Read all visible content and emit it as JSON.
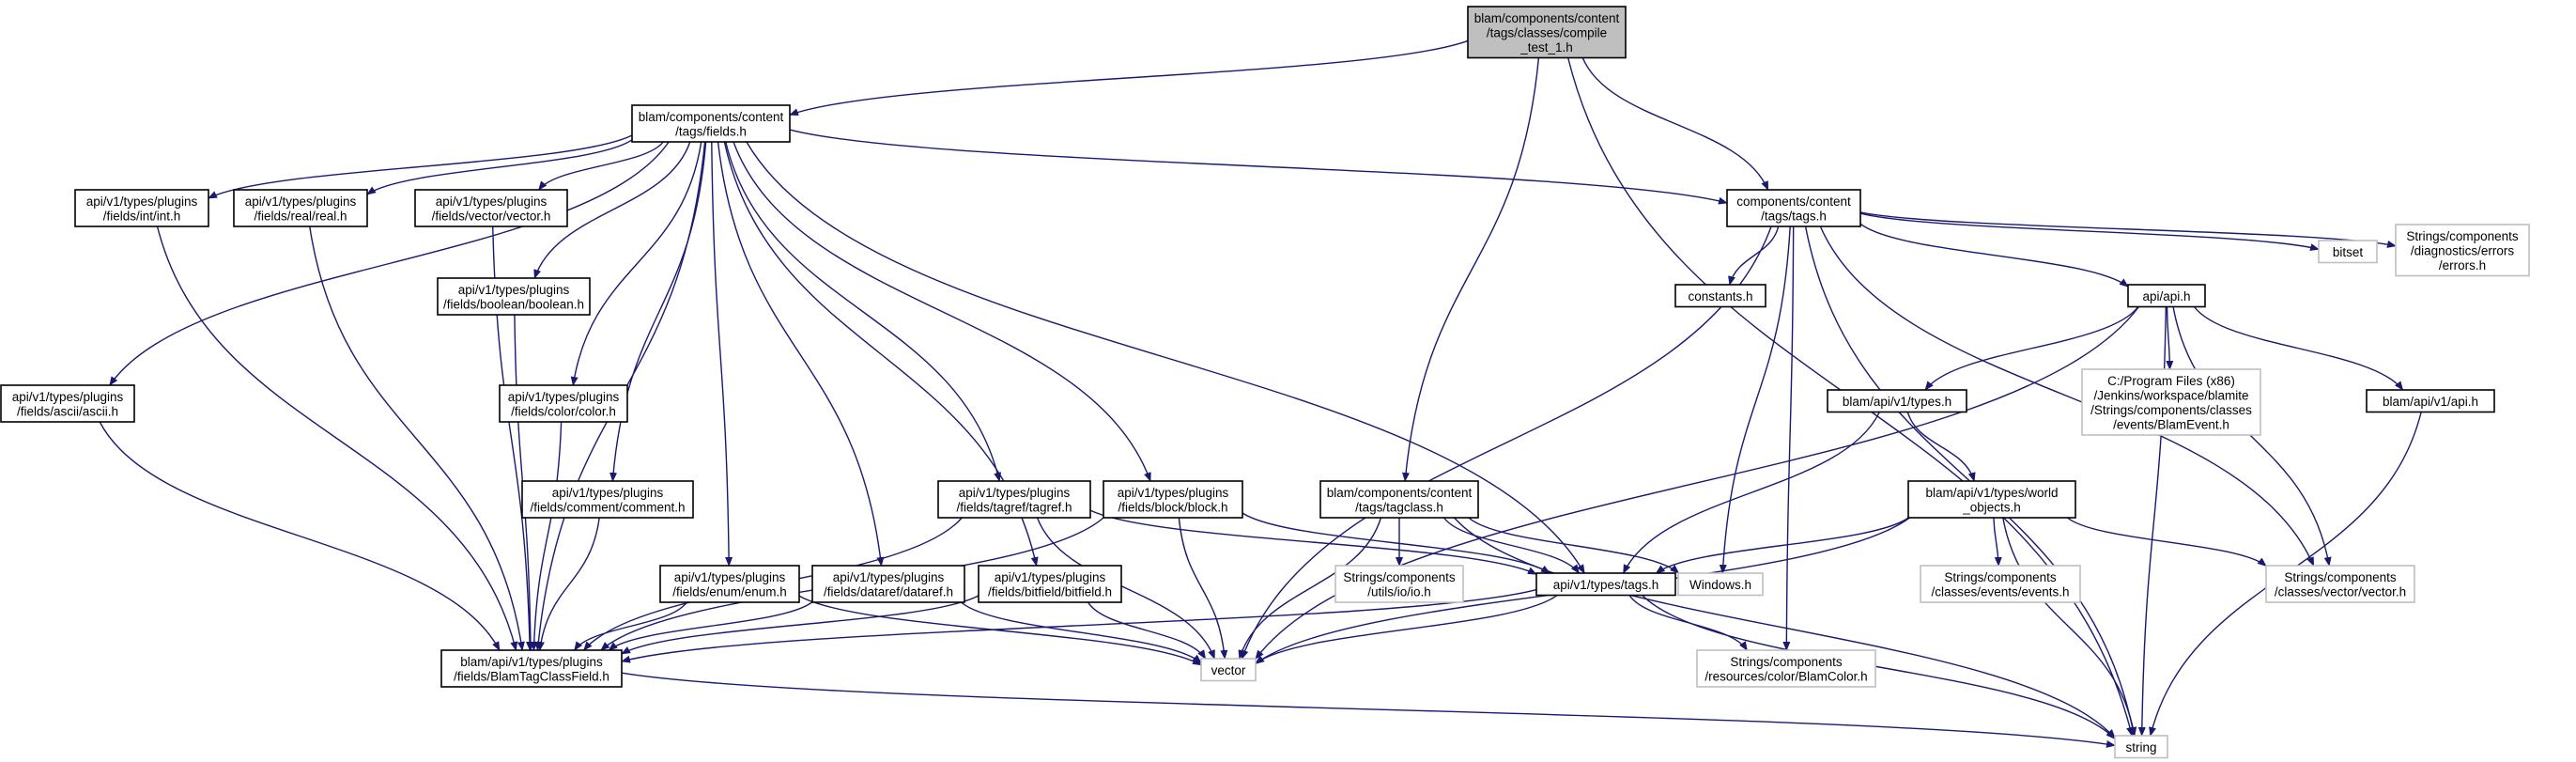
{
  "diagram": {
    "colors": {
      "edge": "#191970",
      "box_border": "#000000",
      "external_border": "#bfbfbf",
      "root_fill": "#bfbfbf",
      "box_fill": "#ffffff"
    },
    "nodes": [
      {
        "id": "root",
        "kind": "root",
        "lines": [
          "blam/components/content",
          "/tags/classes/compile",
          "_test_1.h"
        ]
      },
      {
        "id": "fields",
        "kind": "file",
        "lines": [
          "blam/components/content",
          "/tags/fields.h"
        ]
      },
      {
        "id": "int",
        "kind": "file",
        "lines": [
          "api/v1/types/plugins",
          "/fields/int/int.h"
        ]
      },
      {
        "id": "real",
        "kind": "file",
        "lines": [
          "api/v1/types/plugins",
          "/fields/real/real.h"
        ]
      },
      {
        "id": "vector_h",
        "kind": "file",
        "lines": [
          "api/v1/types/plugins",
          "/fields/vector/vector.h"
        ]
      },
      {
        "id": "tags_h",
        "kind": "file",
        "lines": [
          "components/content",
          "/tags/tags.h"
        ]
      },
      {
        "id": "bitset",
        "kind": "external",
        "lines": [
          "bitset"
        ]
      },
      {
        "id": "errors",
        "kind": "external",
        "lines": [
          "Strings/components",
          "/diagnostics/errors",
          "/errors.h"
        ]
      },
      {
        "id": "boolean",
        "kind": "file",
        "lines": [
          "api/v1/types/plugins",
          "/fields/boolean/boolean.h"
        ]
      },
      {
        "id": "constants",
        "kind": "file",
        "lines": [
          "constants.h"
        ]
      },
      {
        "id": "api_h",
        "kind": "file",
        "lines": [
          "api/api.h"
        ]
      },
      {
        "id": "ascii",
        "kind": "file",
        "lines": [
          "api/v1/types/plugins",
          "/fields/ascii/ascii.h"
        ]
      },
      {
        "id": "color",
        "kind": "file",
        "lines": [
          "api/v1/types/plugins",
          "/fields/color/color.h"
        ]
      },
      {
        "id": "blamevent",
        "kind": "external",
        "lines": [
          "C:/Program Files (x86)",
          "/Jenkins/workspace/blamite",
          "/Strings/components/classes",
          "/events/BlamEvent.h"
        ]
      },
      {
        "id": "v1types",
        "kind": "file",
        "lines": [
          "blam/api/v1/types.h"
        ]
      },
      {
        "id": "v1api",
        "kind": "file",
        "lines": [
          "blam/api/v1/api.h"
        ]
      },
      {
        "id": "comment",
        "kind": "file",
        "lines": [
          "api/v1/types/plugins",
          "/fields/comment/comment.h"
        ]
      },
      {
        "id": "tagref",
        "kind": "file",
        "lines": [
          "api/v1/types/plugins",
          "/fields/tagref/tagref.h"
        ]
      },
      {
        "id": "block",
        "kind": "file",
        "lines": [
          "api/v1/types/plugins",
          "/fields/block/block.h"
        ]
      },
      {
        "id": "tagclass",
        "kind": "file",
        "lines": [
          "blam/components/content",
          "/tags/tagclass.h"
        ]
      },
      {
        "id": "worldobj",
        "kind": "file",
        "lines": [
          "blam/api/v1/types/world",
          "_objects.h"
        ]
      },
      {
        "id": "enum",
        "kind": "file",
        "lines": [
          "api/v1/types/plugins",
          "/fields/enum/enum.h"
        ]
      },
      {
        "id": "dataref",
        "kind": "file",
        "lines": [
          "api/v1/types/plugins",
          "/fields/dataref/dataref.h"
        ]
      },
      {
        "id": "bitfield",
        "kind": "file",
        "lines": [
          "api/v1/types/plugins",
          "/fields/bitfield/bitfield.h"
        ]
      },
      {
        "id": "iolio",
        "kind": "external",
        "lines": [
          "Strings/components",
          "/utils/io/io.h"
        ]
      },
      {
        "id": "v1tags",
        "kind": "file",
        "lines": [
          "api/v1/types/tags.h"
        ]
      },
      {
        "id": "windows",
        "kind": "external",
        "lines": [
          "Windows.h"
        ]
      },
      {
        "id": "eventsh",
        "kind": "external",
        "lines": [
          "Strings/components",
          "/classes/events/events.h"
        ]
      },
      {
        "id": "vectorvec",
        "kind": "external",
        "lines": [
          "Strings/components",
          "/classes/vector/vector.h"
        ]
      },
      {
        "id": "btcf",
        "kind": "file",
        "lines": [
          "blam/api/v1/types/plugins",
          "/fields/BlamTagClassField.h"
        ]
      },
      {
        "id": "vector",
        "kind": "external",
        "lines": [
          "vector"
        ]
      },
      {
        "id": "blamcolor",
        "kind": "external",
        "lines": [
          "Strings/components",
          "/resources/color/BlamColor.h"
        ]
      },
      {
        "id": "string",
        "kind": "external",
        "lines": [
          "string"
        ]
      }
    ],
    "edges": [
      [
        "root",
        "fields"
      ],
      [
        "root",
        "tagclass"
      ],
      [
        "root",
        "tags_h"
      ],
      [
        "root",
        "string"
      ],
      [
        "fields",
        "int"
      ],
      [
        "fields",
        "real"
      ],
      [
        "fields",
        "vector_h"
      ],
      [
        "fields",
        "tags_h"
      ],
      [
        "fields",
        "boolean"
      ],
      [
        "fields",
        "ascii"
      ],
      [
        "fields",
        "color"
      ],
      [
        "fields",
        "comment"
      ],
      [
        "fields",
        "tagref"
      ],
      [
        "fields",
        "block"
      ],
      [
        "fields",
        "enum"
      ],
      [
        "fields",
        "dataref"
      ],
      [
        "fields",
        "bitfield"
      ],
      [
        "fields",
        "btcf"
      ],
      [
        "fields",
        "v1tags"
      ],
      [
        "int",
        "btcf"
      ],
      [
        "real",
        "btcf"
      ],
      [
        "vector_h",
        "btcf"
      ],
      [
        "boolean",
        "btcf"
      ],
      [
        "ascii",
        "btcf"
      ],
      [
        "color",
        "btcf"
      ],
      [
        "comment",
        "btcf"
      ],
      [
        "tagref",
        "btcf"
      ],
      [
        "tagref",
        "vector"
      ],
      [
        "tagref",
        "v1tags"
      ],
      [
        "block",
        "btcf"
      ],
      [
        "block",
        "vector"
      ],
      [
        "block",
        "v1tags"
      ],
      [
        "enum",
        "btcf"
      ],
      [
        "enum",
        "vector"
      ],
      [
        "dataref",
        "btcf"
      ],
      [
        "dataref",
        "vector"
      ],
      [
        "bitfield",
        "btcf"
      ],
      [
        "bitfield",
        "vector"
      ],
      [
        "tags_h",
        "constants"
      ],
      [
        "tags_h",
        "api_h"
      ],
      [
        "tags_h",
        "bitset"
      ],
      [
        "tags_h",
        "errors"
      ],
      [
        "tags_h",
        "vector"
      ],
      [
        "tags_h",
        "windows"
      ],
      [
        "tags_h",
        "blamcolor"
      ],
      [
        "tags_h",
        "string"
      ],
      [
        "tags_h",
        "vectorvec"
      ],
      [
        "api_h",
        "v1types"
      ],
      [
        "api_h",
        "v1api"
      ],
      [
        "api_h",
        "blamevent"
      ],
      [
        "api_h",
        "vector"
      ],
      [
        "api_h",
        "vectorvec"
      ],
      [
        "api_h",
        "string"
      ],
      [
        "v1types",
        "v1tags"
      ],
      [
        "v1types",
        "worldobj"
      ],
      [
        "v1api",
        "string"
      ],
      [
        "tagclass",
        "iolio"
      ],
      [
        "tagclass",
        "v1tags"
      ],
      [
        "tagclass",
        "windows"
      ],
      [
        "tagclass",
        "vector"
      ],
      [
        "tagclass",
        "string"
      ],
      [
        "worldobj",
        "v1tags"
      ],
      [
        "worldobj",
        "eventsh"
      ],
      [
        "worldobj",
        "vectorvec"
      ],
      [
        "worldobj",
        "vector"
      ],
      [
        "worldobj",
        "string"
      ],
      [
        "v1tags",
        "btcf"
      ],
      [
        "v1tags",
        "vector"
      ],
      [
        "v1tags",
        "blamcolor"
      ],
      [
        "v1tags",
        "string"
      ],
      [
        "btcf",
        "string"
      ]
    ]
  }
}
